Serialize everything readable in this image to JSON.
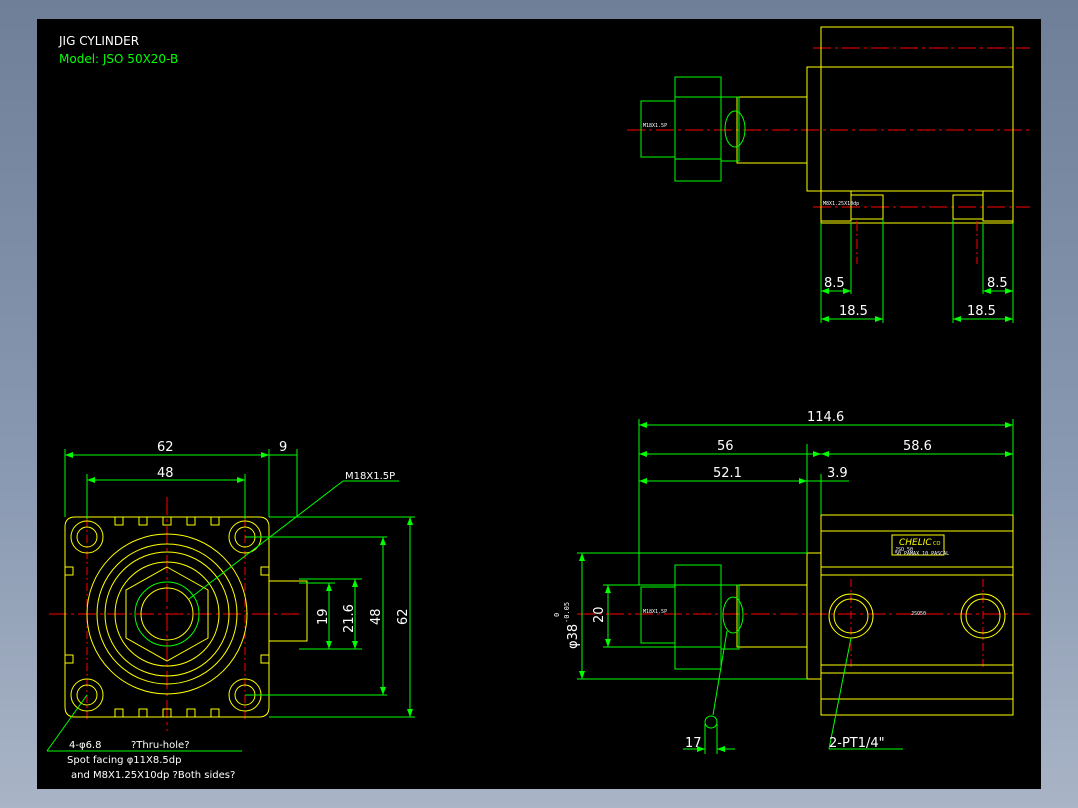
{
  "title": "JIG CYLINDER",
  "model": "Model:  JSO  50X20-B",
  "colors": {
    "background": "#000000",
    "part": "#ffff00",
    "dimension": "#00ff00",
    "centerline": "#ff0000",
    "text": "#ffffff"
  },
  "top_view": {
    "dims": {
      "left_small": "8.5",
      "right_small": "8.5",
      "left_large": "18.5",
      "right_large": "18.5"
    },
    "labels": {
      "thread_rod": "M18X1.5P",
      "thread_port": "M8X1.25X10dp"
    }
  },
  "front_view": {
    "dims": {
      "width_62": "62",
      "width_48": "48",
      "side_9": "9",
      "h19": "19",
      "h216": "21.6",
      "h48": "48",
      "h62": "62"
    },
    "callout": "M18X1.5P",
    "notes": {
      "line1a": "4-φ6.8",
      "line1b": "?Thru-hole?",
      "line2": "Spot facing  φ11X8.5dp",
      "line3": "and M8X1.25X10dp ?Both sides?"
    }
  },
  "side_view": {
    "dims": {
      "total": "114.6",
      "d56": "56",
      "d586": "58.6",
      "d521": "52.1",
      "d39": "3.9",
      "d20": "20",
      "d38": "φ38",
      "tol_upper": "0",
      "tol_lower": "-0.05",
      "d17": "17",
      "port": "2-PT1/4\""
    },
    "brand": "CHELIC",
    "brand_suffix": "CO",
    "plate_lines": [
      "JSO 50",
      "50 PAMAX  10 PASCAL"
    ],
    "body_mark": "JSO50"
  }
}
